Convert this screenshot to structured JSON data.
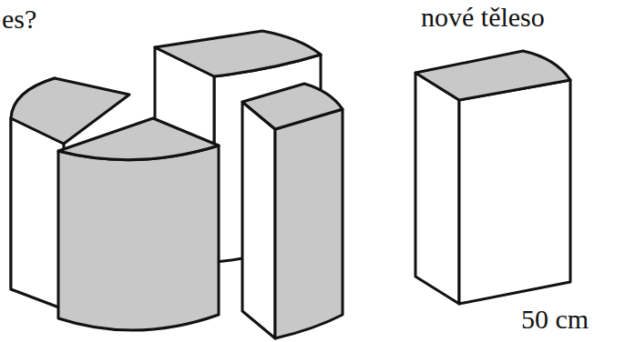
{
  "diagram": {
    "labels": [
      "es?",
      "nové těleso",
      "50 cm"
    ]
  }
}
